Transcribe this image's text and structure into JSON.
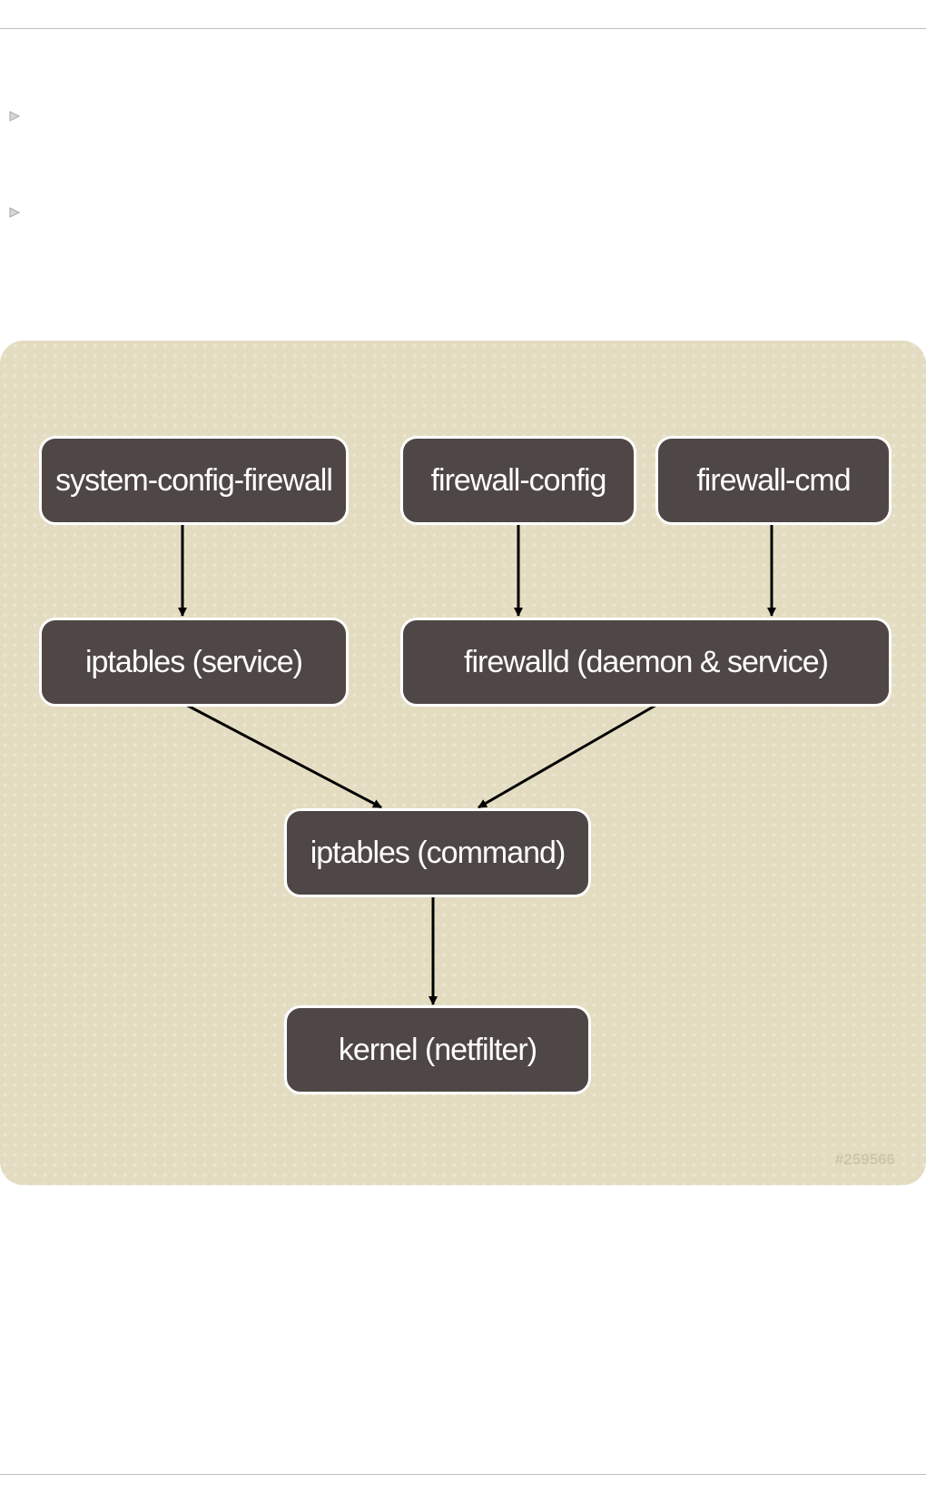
{
  "diagram": {
    "nodes": {
      "system_config_firewall": "system-config-firewall",
      "firewall_config": "firewall-config",
      "firewall_cmd": "firewall-cmd",
      "iptables_service": "iptables (service)",
      "firewalld_service": "firewalld (daemon & service)",
      "iptables_command": "iptables (command)",
      "kernel_netfilter": "kernel (netfilter)"
    },
    "edges": [
      {
        "from": "system-config-firewall",
        "to": "iptables (service)"
      },
      {
        "from": "firewall-config",
        "to": "firewalld (daemon & service)"
      },
      {
        "from": "firewall-cmd",
        "to": "firewalld (daemon & service)"
      },
      {
        "from": "iptables (service)",
        "to": "iptables (command)"
      },
      {
        "from": "firewalld (daemon & service)",
        "to": "iptables (command)"
      },
      {
        "from": "iptables (command)",
        "to": "kernel (netfilter)"
      }
    ],
    "watermark": "#259566"
  },
  "colors": {
    "panel_background": "#e3dcc1",
    "node_fill": "#4f4745",
    "node_text": "#ffffff",
    "arrow": "#000000"
  },
  "icons": {
    "bullet": "small-gray-arrow-bullet-icon"
  }
}
